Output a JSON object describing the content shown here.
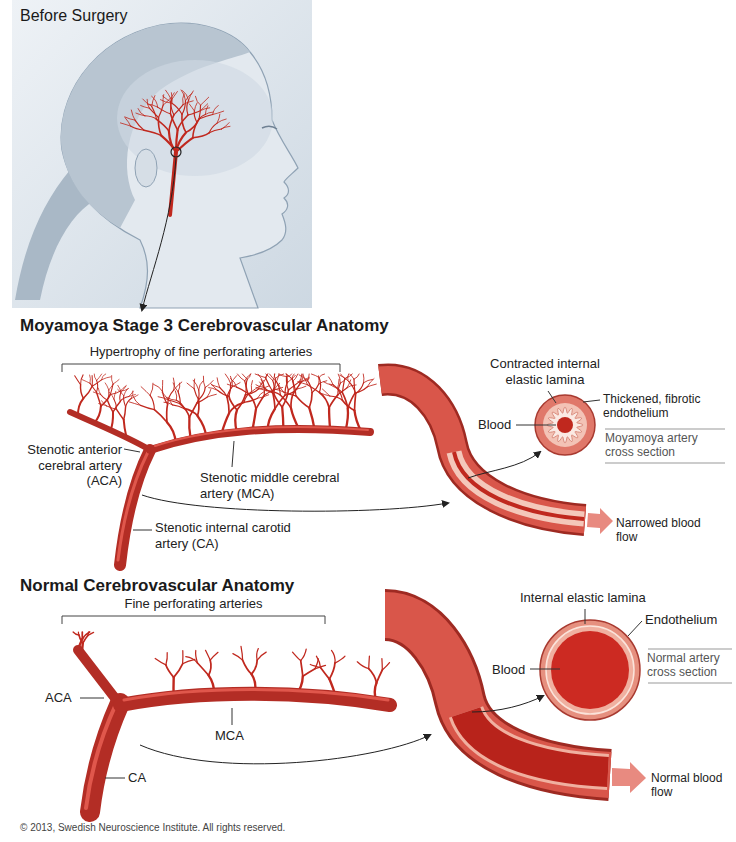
{
  "diagram": {
    "labels": [
      "Before Surgery",
      "Moyamoya Stage 3 Cerebrovascular Anatomy",
      "Hypertrophy of fine perforating arteries",
      "Stenotic anterior cerebral artery (ACA)",
      "Stenotic middle cerebral artery (MCA)",
      "Stenotic internal carotid artery (CA)",
      "Contracted internal elastic lamina",
      "Thickened, fibrotic endothelium",
      "Blood",
      "Moyamoya artery cross section",
      "Narrowed blood flow",
      "Normal Cerebrovascular Anatomy",
      "Fine perforating arteries",
      "ACA",
      "MCA",
      "CA",
      "Internal elastic lamina",
      "Endothelium",
      "Blood",
      "Normal artery cross section",
      "Normal blood flow",
      "© 2013, Swedish Neuroscience Institute. All rights reserved."
    ]
  }
}
